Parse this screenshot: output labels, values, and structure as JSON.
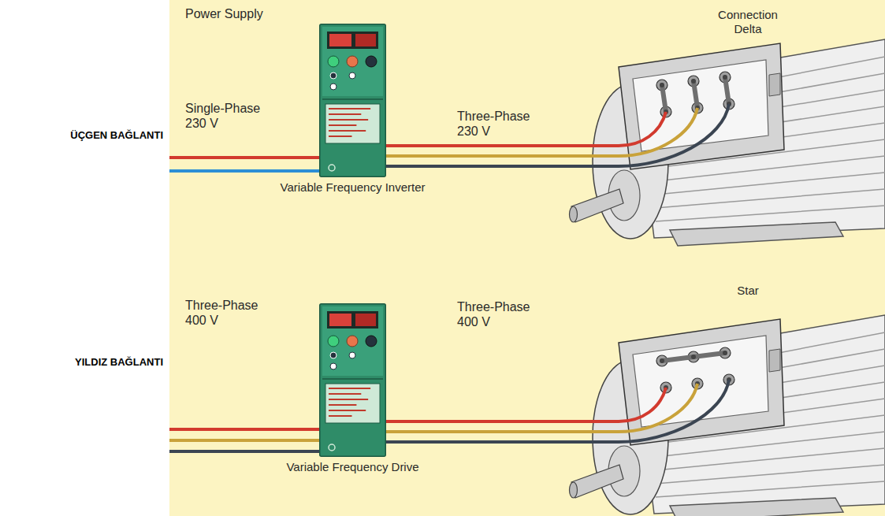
{
  "diagram": {
    "nodes": [
      {
        "text": [
          "Variable Frequency Inverter"
        ]
      },
      {
        "text": [
          "Connection Delta"
        ]
      },
      {
        "text": [
          "Variable Frequency Drive"
        ]
      },
      {
        "text": [
          "Star"
        ]
      }
    ],
    "edges": [
      {
        "from": 0,
        "to": 1,
        "arrow": "none",
        "label": "Three-Phase 230 V"
      },
      {
        "from": 2,
        "to": 3,
        "arrow": "none",
        "label": "Three-Phase 400 V"
      }
    ],
    "labels": [
      "Power Supply",
      "ÜÇGEN BAĞLANTI",
      "Single-Phase 230 V",
      "Three-Phase 400 V",
      "YILDIZ BAĞLANTI"
    ]
  }
}
